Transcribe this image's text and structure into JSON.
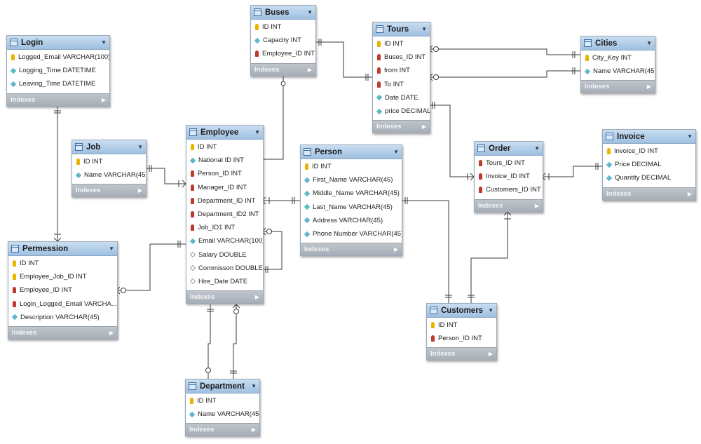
{
  "tables": [
    {
      "key": "login",
      "name": "Login",
      "footer": "Indexes",
      "columns": [
        {
          "label": "Logged_Email VARCHAR(100)",
          "kind": "pk"
        },
        {
          "label": "Logging_Time DATETIME",
          "kind": "col"
        },
        {
          "label": "Leaving_Time DATETIME",
          "kind": "col"
        }
      ]
    },
    {
      "key": "buses",
      "name": "Buses",
      "footer": "Indexes",
      "columns": [
        {
          "label": "ID INT",
          "kind": "pk"
        },
        {
          "label": "Capacity INT",
          "kind": "col"
        },
        {
          "label": "Employee_ID INT",
          "kind": "fk"
        }
      ]
    },
    {
      "key": "tours",
      "name": "Tours",
      "footer": "Indexes",
      "columns": [
        {
          "label": "ID INT",
          "kind": "pk"
        },
        {
          "label": "Buses_ID INT",
          "kind": "fk"
        },
        {
          "label": "from INT",
          "kind": "fk"
        },
        {
          "label": "To INT",
          "kind": "fk"
        },
        {
          "label": "Date DATE",
          "kind": "col"
        },
        {
          "label": "price DECIMAL",
          "kind": "col"
        }
      ]
    },
    {
      "key": "cities",
      "name": "Cities",
      "footer": "Indexes",
      "columns": [
        {
          "label": "City_Key INT",
          "kind": "pk"
        },
        {
          "label": "Name VARCHAR(45)",
          "kind": "col"
        }
      ]
    },
    {
      "key": "job",
      "name": "Job",
      "footer": "Indexes",
      "columns": [
        {
          "label": "ID INT",
          "kind": "pk"
        },
        {
          "label": "Name VARCHAR(45)",
          "kind": "col"
        }
      ]
    },
    {
      "key": "employee",
      "name": "Employee",
      "footer": "Indexes",
      "columns": [
        {
          "label": "ID INT",
          "kind": "pk"
        },
        {
          "label": "National ID INT",
          "kind": "col"
        },
        {
          "label": "Person_ID INT",
          "kind": "fk"
        },
        {
          "label": "Manager_ID INT",
          "kind": "fk"
        },
        {
          "label": "Department_ID INT",
          "kind": "fk"
        },
        {
          "label": "Department_ID2 INT",
          "kind": "fk"
        },
        {
          "label": "Job_ID1 INT",
          "kind": "fk"
        },
        {
          "label": "Email VARCHAR(100)",
          "kind": "col"
        },
        {
          "label": "Salary DOUBLE",
          "kind": "nul"
        },
        {
          "label": "Commisson DOUBLE",
          "kind": "nul"
        },
        {
          "label": "Hire_Date DATE",
          "kind": "nul"
        }
      ]
    },
    {
      "key": "person",
      "name": "Person",
      "footer": "Indexes",
      "columns": [
        {
          "label": "ID INT",
          "kind": "pk"
        },
        {
          "label": "First_Name VARCHAR(45)",
          "kind": "col"
        },
        {
          "label": "Middle_Name VARCHAR(45)",
          "kind": "col"
        },
        {
          "label": "Last_Name VARCHAR(45)",
          "kind": "col"
        },
        {
          "label": "Address VARCHAR(45)",
          "kind": "col"
        },
        {
          "label": "Phone Number VARCHAR(45)",
          "kind": "col"
        }
      ]
    },
    {
      "key": "order",
      "name": "Order",
      "footer": "Indexes",
      "columns": [
        {
          "label": "Tours_ID INT",
          "kind": "fk"
        },
        {
          "label": "Invoice_ID INT",
          "kind": "fk"
        },
        {
          "label": "Customers_ID INT",
          "kind": "fk"
        }
      ]
    },
    {
      "key": "invoice",
      "name": "Invoice",
      "footer": "Indexes",
      "columns": [
        {
          "label": "Invoice_ID INT",
          "kind": "pk"
        },
        {
          "label": "Price DECIMAL",
          "kind": "col"
        },
        {
          "label": "Quantity DECIMAL",
          "kind": "col"
        }
      ]
    },
    {
      "key": "permession",
      "name": "Permession",
      "footer": "Indexes",
      "columns": [
        {
          "label": "ID INT",
          "kind": "pk"
        },
        {
          "label": "Employee_Job_ID INT",
          "kind": "pk"
        },
        {
          "label": "Employee_ID INT",
          "kind": "fk"
        },
        {
          "label": "Login_Logged_Email VARCHA...",
          "kind": "fk"
        },
        {
          "label": "Description VARCHAR(45)",
          "kind": "col"
        }
      ]
    },
    {
      "key": "customers",
      "name": "Customers",
      "footer": "Indexes",
      "columns": [
        {
          "label": "ID INT",
          "kind": "pk"
        },
        {
          "label": "Person_ID INT",
          "kind": "fk"
        }
      ]
    },
    {
      "key": "department",
      "name": "Department",
      "footer": "Indexes",
      "columns": [
        {
          "label": "ID INT",
          "kind": "pk"
        },
        {
          "label": "Name VARCHAR(45)",
          "kind": "col"
        }
      ]
    }
  ],
  "relationships": [
    {
      "from": "employee",
      "to": "buses"
    },
    {
      "from": "buses",
      "to": "tours"
    },
    {
      "from": "cities",
      "to": "tours",
      "role": "from"
    },
    {
      "from": "cities",
      "to": "tours",
      "role": "To"
    },
    {
      "from": "tours",
      "to": "order"
    },
    {
      "from": "invoice",
      "to": "order"
    },
    {
      "from": "customers",
      "to": "order"
    },
    {
      "from": "job",
      "to": "employee"
    },
    {
      "from": "person",
      "to": "employee"
    },
    {
      "from": "employee",
      "to": "employee",
      "role": "Manager_ID"
    },
    {
      "from": "person",
      "to": "customers"
    },
    {
      "from": "login",
      "to": "permession"
    },
    {
      "from": "employee",
      "to": "permession"
    },
    {
      "from": "department",
      "to": "employee",
      "role": "Department_ID"
    },
    {
      "from": "department",
      "to": "employee",
      "role": "Department_ID2"
    }
  ]
}
